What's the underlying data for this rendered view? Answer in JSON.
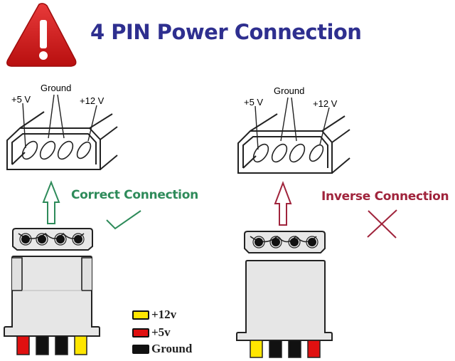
{
  "header": {
    "title": "4 PIN Power Connection",
    "warning_icon": "warning-triangle-icon"
  },
  "colors": {
    "title": "#2e2f8f",
    "correct": "#2e8b5a",
    "inverse": "#a0243c",
    "warning": "#d71e1e",
    "wire_yellow": "#ffe600",
    "wire_red": "#e01010",
    "wire_black": "#111111",
    "connector_fill": "#e6e6e6"
  },
  "left_panel": {
    "pin_labels": {
      "plus5": "+5 V",
      "ground": "Ground",
      "plus12": "+12 V"
    },
    "status_label": "Correct Connection",
    "status_icon": "checkmark-icon",
    "wire_order": [
      "red",
      "black",
      "black",
      "yellow"
    ]
  },
  "right_panel": {
    "pin_labels": {
      "plus5": "+5 V",
      "ground": "Ground",
      "plus12": "+12 V"
    },
    "status_label": "Inverse Connection",
    "status_icon": "cross-icon",
    "wire_order": [
      "yellow",
      "black",
      "black",
      "red"
    ]
  },
  "legend": [
    {
      "color": "yellow",
      "label": "+12v"
    },
    {
      "color": "red",
      "label": "+5v"
    },
    {
      "color": "black",
      "label": "Ground"
    }
  ]
}
